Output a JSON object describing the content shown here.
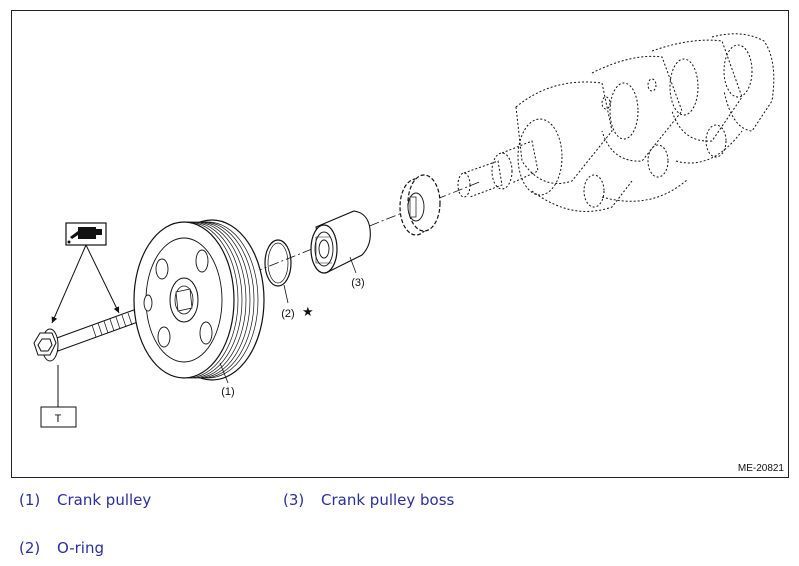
{
  "figure": {
    "figure_id": "ME-20821",
    "callouts": {
      "crank_pulley": "(1)",
      "o_ring": "(2)",
      "crank_pulley_boss": "(3)",
      "torque_mark": "T",
      "star_mark": "★"
    },
    "icons": [
      "oil-can-icon"
    ]
  },
  "legend": [
    {
      "num": "(1)",
      "label": "Crank pulley"
    },
    {
      "num": "(3)",
      "label": "Crank pulley boss"
    },
    {
      "num": "(2)",
      "label": "O-ring"
    }
  ],
  "colors": {
    "legend_text": "#2b2e9c",
    "line": "#111111"
  }
}
